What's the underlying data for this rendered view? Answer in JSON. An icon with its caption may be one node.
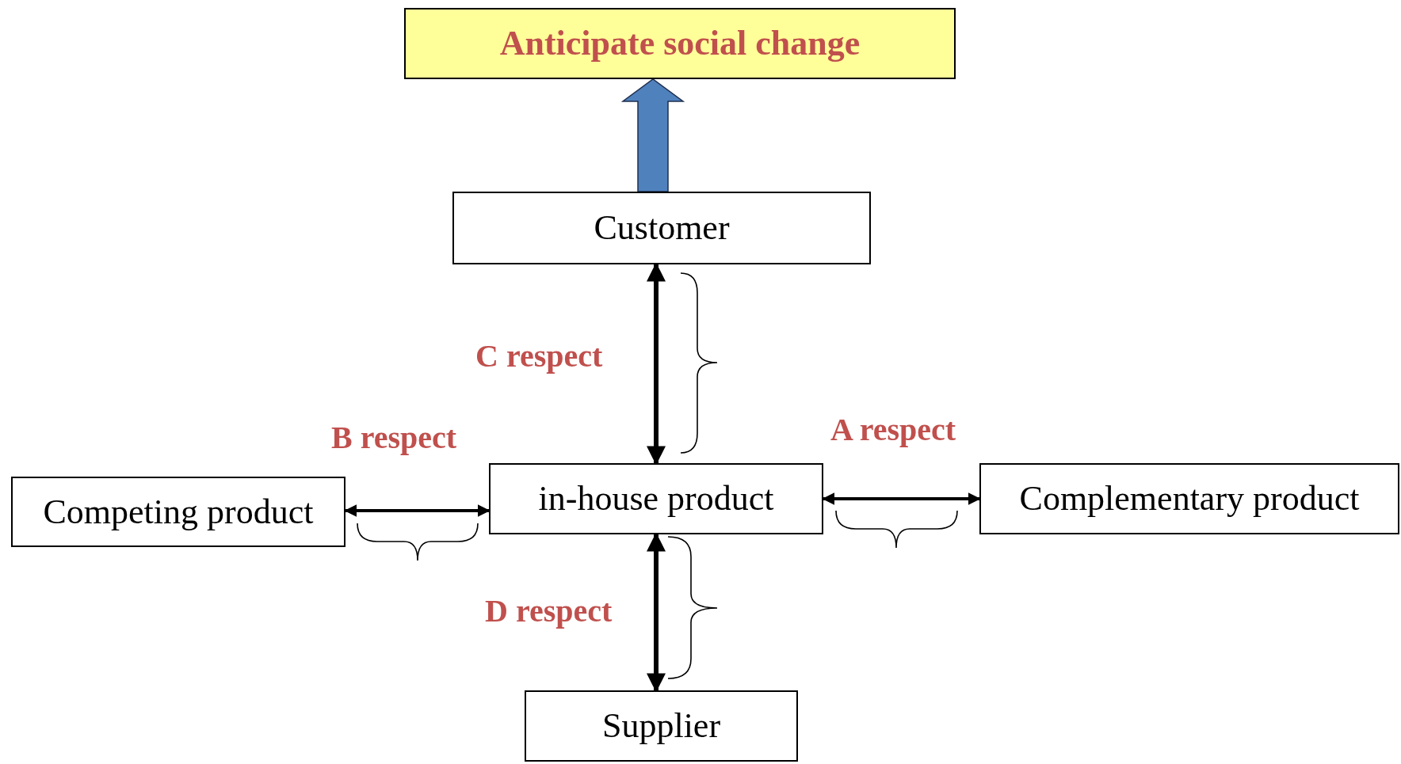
{
  "diagram": {
    "nodes": [
      {
        "text": [
          "Anticipate social change"
        ]
      },
      {
        "text": [
          "Customer"
        ]
      },
      {
        "text": [
          "in-house product"
        ]
      },
      {
        "text": [
          "Competing product"
        ]
      },
      {
        "text": [
          "Complementary product"
        ]
      },
      {
        "text": [
          "Supplier"
        ]
      }
    ],
    "edges": [
      {
        "from": 1,
        "to": 0,
        "arrow": "to",
        "style": "thick",
        "color": "#4f81bd"
      },
      {
        "from": 2,
        "to": 1,
        "arrow": "both",
        "label": "C respect"
      },
      {
        "from": 3,
        "to": 2,
        "arrow": "both",
        "label": "B respect"
      },
      {
        "from": 2,
        "to": 4,
        "arrow": "both",
        "label": "A respect"
      },
      {
        "from": 2,
        "to": 5,
        "arrow": "both",
        "label": "D respect"
      }
    ]
  }
}
